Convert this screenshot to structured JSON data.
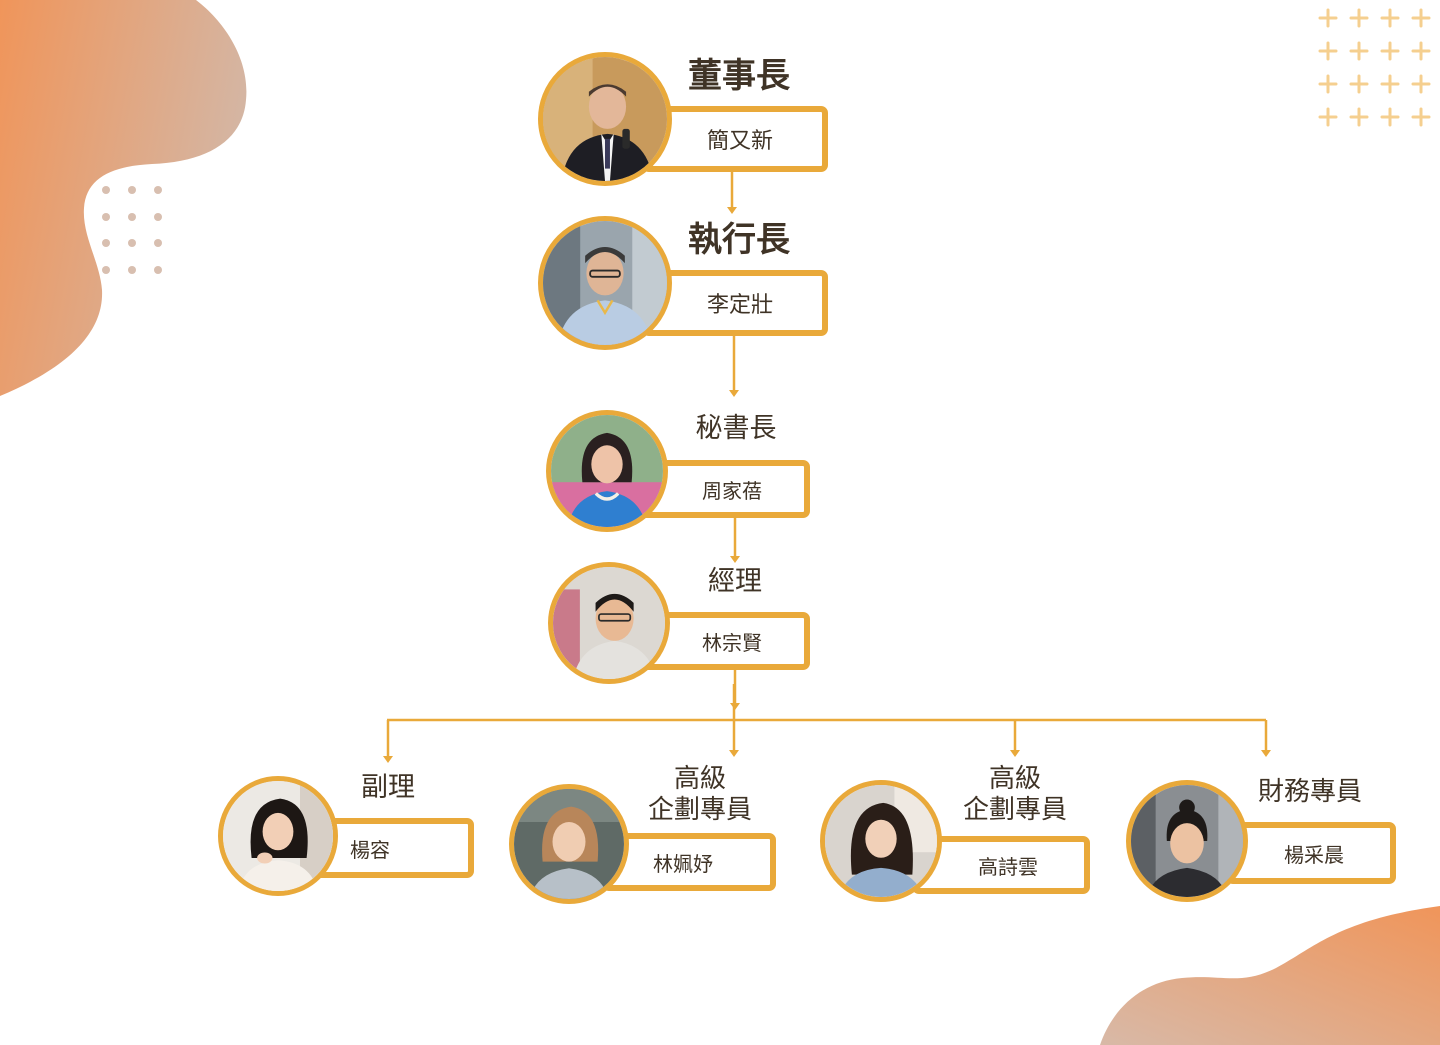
{
  "colors": {
    "accent": "#e9a93a",
    "blob_start": "#f29d64",
    "blob_end": "#d2b5a2"
  },
  "org": {
    "chairman": {
      "title": "董事長",
      "name": "簡又新"
    },
    "ceo": {
      "title": "執行長",
      "name": "李定壯"
    },
    "secretary_general": {
      "title": "秘書長",
      "name": "周家蓓"
    },
    "manager": {
      "title": "經理",
      "name": "林宗賢"
    },
    "deputy_manager": {
      "title": "副理",
      "name": "楊容"
    },
    "senior_planner_1": {
      "title_line1": "高級",
      "title_line2": "企劃專員",
      "name": "林姵妤"
    },
    "senior_planner_2": {
      "title_line1": "高級",
      "title_line2": "企劃專員",
      "name": "高詩雲"
    },
    "finance_specialist": {
      "title": "財務專員",
      "name": "楊采晨"
    }
  }
}
